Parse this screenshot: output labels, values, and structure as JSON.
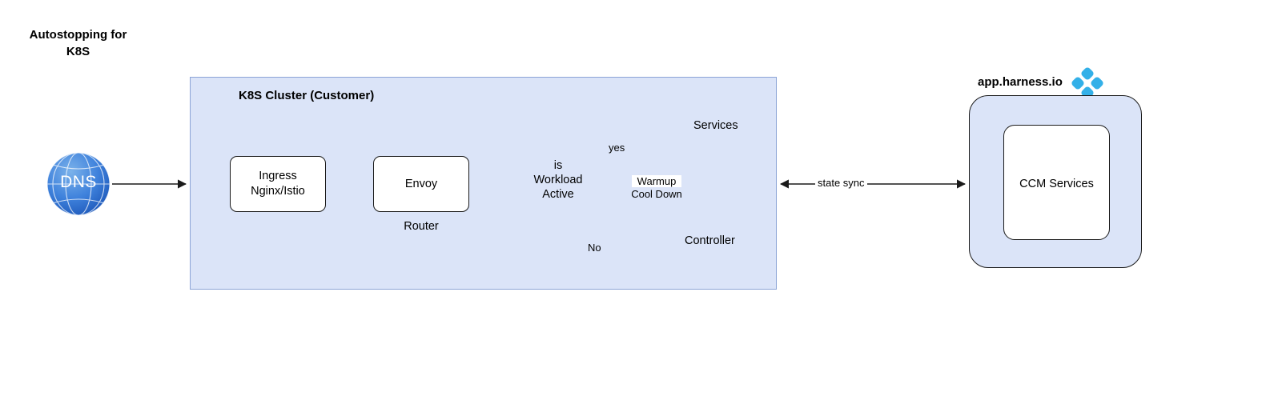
{
  "title": "Autostopping for\nK8S",
  "cluster": {
    "label": "K8S Cluster (Customer)",
    "icon": "kubernetes-icon",
    "fill_color": "#dbe4f8",
    "border_color": "#8ba3d6"
  },
  "dns": {
    "label": "DNS",
    "icon": "globe-icon",
    "color": "#2f6fd0"
  },
  "nodes": {
    "ingress": {
      "label": "Ingress\nNginx/Istio"
    },
    "envoy": {
      "label": "Envoy",
      "caption": "Router"
    },
    "decision": {
      "label": "is\nWorkload\nActive"
    },
    "services": {
      "label": "Services",
      "icon": "pods-icon"
    },
    "controller": {
      "label": "Controller",
      "icon": "pod-icon"
    }
  },
  "edges": {
    "yes": "yes",
    "no": "No",
    "warmup": "Warmup",
    "cooldown": "Cool Down",
    "state_sync": "state sync"
  },
  "harness": {
    "title": "app.harness.io",
    "logo": "harness-logo",
    "cloud_logo": "gcp-logo",
    "inner_icon": "kubernetes-icon",
    "inner_label": "CCM Services",
    "accent_color": "#33b0e8"
  },
  "colors": {
    "k8s_blue": "#326ce5",
    "pod_blue": "#3d72e0",
    "panel_blue": "#dbe4f8",
    "line": "#1a1a1a"
  }
}
